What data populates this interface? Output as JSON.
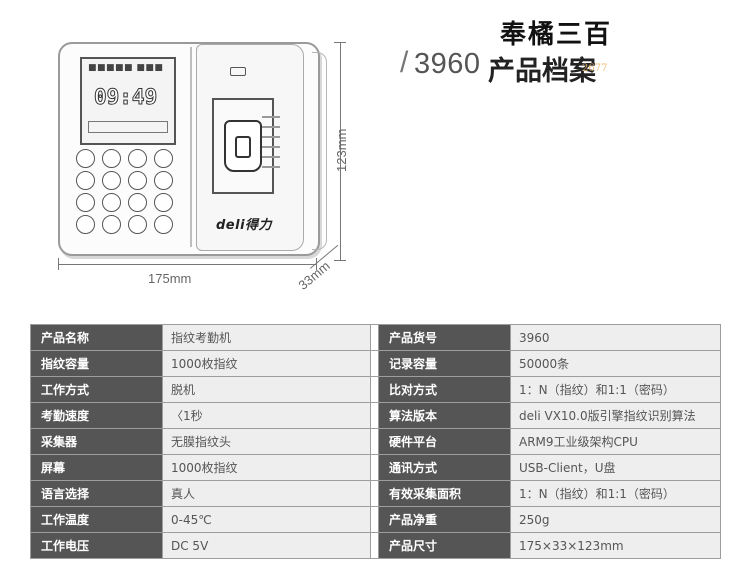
{
  "header": {
    "slash": "/",
    "model": "3960",
    "title": "产品档案",
    "stamp": "奉橘三百",
    "watermark": "2677"
  },
  "device": {
    "screen_status": "■■■■■  ■■■",
    "screen_time": "09:49",
    "brand": "deli得力"
  },
  "dimensions": {
    "width": "175mm",
    "height": "123mm",
    "depth": "33mm"
  },
  "specs": [
    {
      "label_a": "产品名称",
      "value_a": "指纹考勤机",
      "label_b": "产品货号",
      "value_b": "3960"
    },
    {
      "label_a": "指纹容量",
      "value_a": "1000枚指纹",
      "label_b": "记录容量",
      "value_b": "50000条"
    },
    {
      "label_a": "工作方式",
      "value_a": "脱机",
      "label_b": "比对方式",
      "value_b": "1：N（指纹）和1:1（密码）"
    },
    {
      "label_a": "考勤速度",
      "value_a": "〈1秒",
      "label_b": "算法版本",
      "value_b": "deli VX10.0版引擎指纹识别算法"
    },
    {
      "label_a": "采集器",
      "value_a": "无膜指纹头",
      "label_b": "硬件平台",
      "value_b": "ARM9工业级架构CPU"
    },
    {
      "label_a": "屏幕",
      "value_a": "1000枚指纹",
      "label_b": "通讯方式",
      "value_b": "USB-Client，U盘"
    },
    {
      "label_a": "语言选择",
      "value_a": "真人",
      "label_b": "有效采集面积",
      "value_b": "1：N（指纹）和1:1（密码）"
    },
    {
      "label_a": "工作温度",
      "value_a": "0-45℃",
      "label_b": "产品净重",
      "value_b": "250g"
    },
    {
      "label_a": "工作电压",
      "value_a": "DC 5V",
      "label_b": "产品尺寸",
      "value_b": "175×33×123mm"
    }
  ]
}
